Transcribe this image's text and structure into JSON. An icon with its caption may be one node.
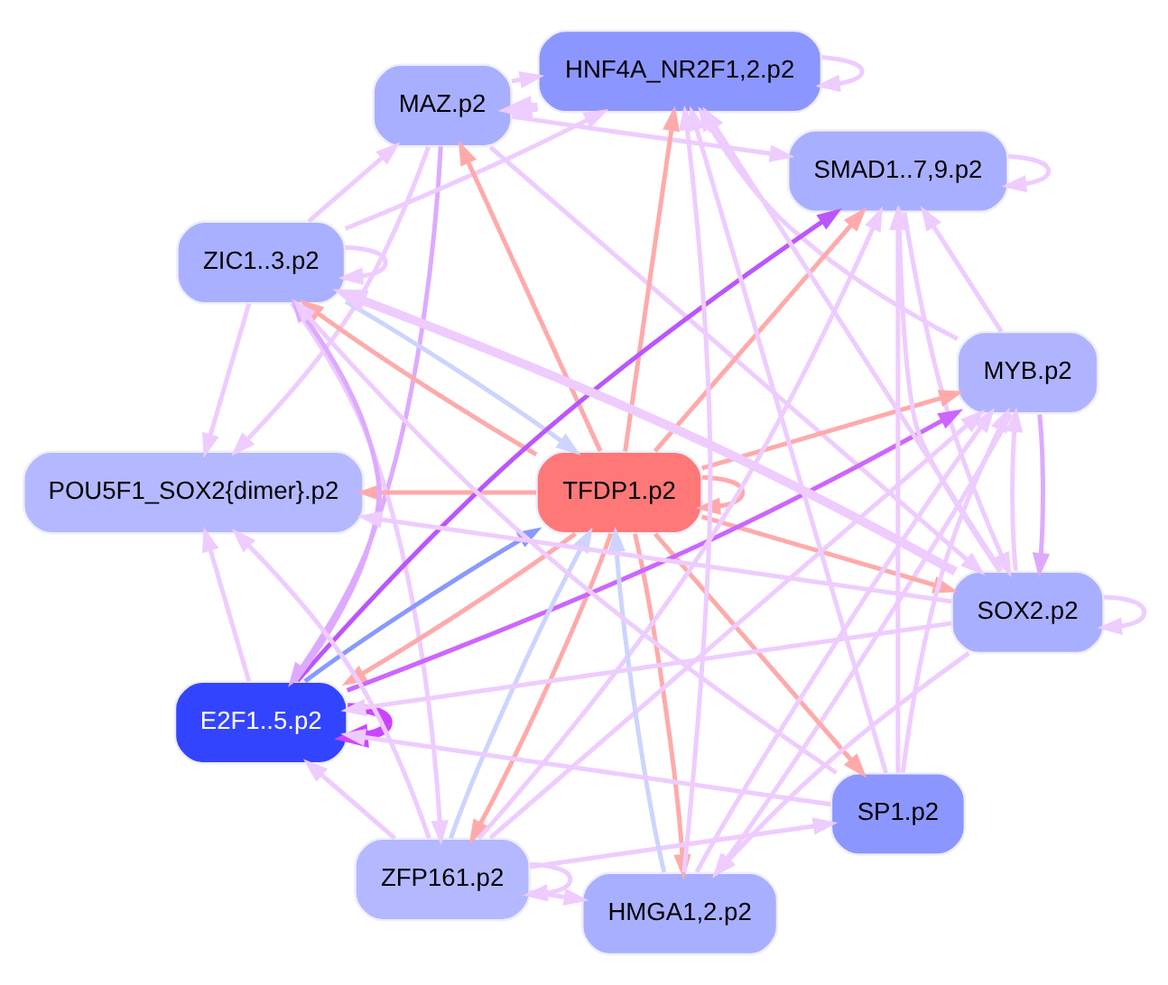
{
  "diagram": {
    "nodes": [
      {
        "text": [
          "MYB.p2"
        ]
      },
      {
        "text": [
          "SMAD1..7,9.p2"
        ]
      },
      {
        "text": [
          "HNF4A_NR2F1,2.p2"
        ]
      },
      {
        "text": [
          "MAZ.p2"
        ]
      },
      {
        "text": [
          "ZIC1..3.p2"
        ]
      },
      {
        "text": [
          "POU5F1_SOX2{dimer}.p2"
        ]
      },
      {
        "text": [
          "TFDP1.p2"
        ]
      },
      {
        "text": [
          "E2F1..5.p2"
        ]
      },
      {
        "text": [
          "ZFP161.p2"
        ]
      },
      {
        "text": [
          "HMGA1,2.p2"
        ]
      },
      {
        "text": [
          "SP1.p2"
        ]
      },
      {
        "text": [
          "SOX2.p2"
        ]
      }
    ],
    "edges": [
      {
        "from": 6,
        "to": 0,
        "arrow": "to",
        "color": "#ffaaaa"
      },
      {
        "from": 6,
        "to": 1,
        "arrow": "to",
        "color": "#ffaaaa"
      },
      {
        "from": 6,
        "to": 2,
        "arrow": "to",
        "color": "#ffaaaa"
      },
      {
        "from": 6,
        "to": 3,
        "arrow": "to",
        "color": "#ffaaaa"
      },
      {
        "from": 6,
        "to": 4,
        "arrow": "to",
        "color": "#ffaaaa"
      },
      {
        "from": 6,
        "to": 5,
        "arrow": "to",
        "color": "#ffaaaa"
      },
      {
        "from": 6,
        "to": 7,
        "arrow": "to",
        "color": "#ffaaaa"
      },
      {
        "from": 6,
        "to": 8,
        "arrow": "to",
        "color": "#ffaaaa"
      },
      {
        "from": 6,
        "to": 9,
        "arrow": "to",
        "color": "#ffaaaa"
      },
      {
        "from": 6,
        "to": 10,
        "arrow": "to",
        "color": "#ffaaaa"
      },
      {
        "from": 6,
        "to": 11,
        "arrow": "to",
        "color": "#ffaaaa"
      },
      {
        "from": 6,
        "to": 6,
        "arrow": "to",
        "color": "#ffaaaa"
      },
      {
        "from": 7,
        "to": 6,
        "arrow": "to",
        "color": "#8899ff"
      },
      {
        "from": 4,
        "to": 6,
        "arrow": "to",
        "color": "#ccd4ff"
      },
      {
        "from": 8,
        "to": 6,
        "arrow": "to",
        "color": "#ccd4ff"
      },
      {
        "from": 9,
        "to": 6,
        "arrow": "to",
        "color": "#ccd4ff"
      },
      {
        "from": 7,
        "to": 0,
        "arrow": "to",
        "color": "#cc66ff"
      },
      {
        "from": 7,
        "to": 1,
        "arrow": "to",
        "color": "#bb55ff"
      },
      {
        "from": 7,
        "to": 7,
        "arrow": "to",
        "style": "thick",
        "color": "#cc44ff"
      },
      {
        "from": 1,
        "to": 1,
        "arrow": "to"
      },
      {
        "from": 2,
        "to": 2,
        "arrow": "to"
      },
      {
        "from": 4,
        "to": 4,
        "arrow": "to"
      },
      {
        "from": 8,
        "to": 8,
        "arrow": "to"
      },
      {
        "from": 11,
        "to": 11,
        "arrow": "to"
      },
      {
        "from": 0,
        "to": 1,
        "arrow": "to"
      },
      {
        "from": 0,
        "to": 2,
        "arrow": "to"
      },
      {
        "from": 3,
        "to": 1,
        "arrow": "to"
      },
      {
        "from": 3,
        "to": 2,
        "arrow": "to"
      },
      {
        "from": 3,
        "to": 5,
        "arrow": "to"
      },
      {
        "from": 2,
        "to": 3,
        "arrow": "to",
        "style": "thick"
      },
      {
        "from": 3,
        "to": 7,
        "arrow": "to",
        "color": "#ddaaff"
      },
      {
        "from": 3,
        "to": 11,
        "arrow": "to"
      },
      {
        "from": 4,
        "to": 2,
        "arrow": "to"
      },
      {
        "from": 4,
        "to": 3,
        "arrow": "to"
      },
      {
        "from": 4,
        "to": 5,
        "arrow": "to"
      },
      {
        "from": 4,
        "to": 8,
        "arrow": "to"
      },
      {
        "from": 7,
        "to": 4,
        "arrow": "to",
        "color": "#ddaaff"
      },
      {
        "from": 7,
        "to": 5,
        "arrow": "to"
      },
      {
        "from": 8,
        "to": 5,
        "arrow": "to"
      },
      {
        "from": 8,
        "to": 0,
        "arrow": "to"
      },
      {
        "from": 8,
        "to": 1,
        "arrow": "to"
      },
      {
        "from": 8,
        "to": 10,
        "arrow": "to"
      },
      {
        "from": 8,
        "to": 7,
        "arrow": "to"
      },
      {
        "from": 8,
        "to": 9,
        "arrow": "to"
      },
      {
        "from": 10,
        "to": 1,
        "arrow": "to"
      },
      {
        "from": 10,
        "to": 0,
        "arrow": "to"
      },
      {
        "from": 10,
        "to": 2,
        "arrow": "to"
      },
      {
        "from": 10,
        "to": 4,
        "arrow": "to"
      },
      {
        "from": 10,
        "to": 7,
        "arrow": "to"
      },
      {
        "from": 11,
        "to": 0,
        "arrow": "to"
      },
      {
        "from": 11,
        "to": 1,
        "arrow": "to"
      },
      {
        "from": 11,
        "to": 2,
        "arrow": "to"
      },
      {
        "from": 11,
        "to": 4,
        "arrow": "to",
        "style": "thick"
      },
      {
        "from": 11,
        "to": 7,
        "arrow": "to"
      },
      {
        "from": 11,
        "to": 9,
        "arrow": "to"
      },
      {
        "from": 11,
        "to": 5,
        "arrow": "to"
      },
      {
        "from": 9,
        "to": 2,
        "arrow": "to"
      },
      {
        "from": 9,
        "to": 0,
        "arrow": "to"
      },
      {
        "from": 0,
        "to": 11,
        "arrow": "to",
        "color": "#ddaaff"
      },
      {
        "from": 0,
        "to": 9,
        "arrow": "to"
      },
      {
        "from": 1,
        "to": 11,
        "arrow": "to"
      }
    ]
  }
}
